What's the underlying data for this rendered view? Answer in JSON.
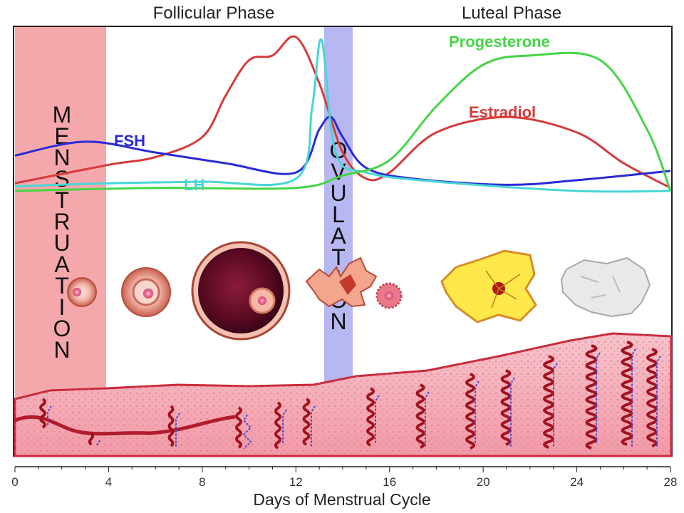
{
  "header": {
    "follicular_label": "Follicular Phase",
    "luteal_label": "Luteal Phase"
  },
  "bands": {
    "menstruation": {
      "text": "MENSTRUATION",
      "color": "#f4a3a8"
    },
    "ovulation": {
      "text": "OVULATION",
      "color": "#b3b3f0"
    }
  },
  "hormones": [
    {
      "name": "FSH",
      "color": "#2a2ad6"
    },
    {
      "name": "LH",
      "color": "#48d6d6"
    },
    {
      "name": "Progesterone",
      "color": "#45d445"
    },
    {
      "name": "Estradiol",
      "color": "#d63a3a"
    }
  ],
  "axis": {
    "title": "Days of Menstrual Cycle",
    "ticks": [
      "0",
      "4",
      "8",
      "12",
      "16",
      "20",
      "24",
      "28"
    ]
  },
  "chart_data": {
    "type": "line",
    "xlabel": "Days of Menstrual Cycle",
    "xlim": [
      0,
      28
    ],
    "x": [
      0,
      4,
      8,
      12,
      16,
      20,
      24,
      28
    ],
    "ylim": [
      0,
      100
    ],
    "series": [
      {
        "name": "Estradiol",
        "color": "#d63a3a",
        "points": [
          [
            0,
            5
          ],
          [
            4,
            17
          ],
          [
            6,
            22
          ],
          [
            8,
            35
          ],
          [
            9,
            62
          ],
          [
            10,
            85
          ],
          [
            11,
            88
          ],
          [
            12,
            100
          ],
          [
            13,
            70
          ],
          [
            14,
            25
          ],
          [
            15,
            8
          ],
          [
            16,
            12
          ],
          [
            18,
            38
          ],
          [
            21,
            48
          ],
          [
            24,
            38
          ],
          [
            26,
            18
          ],
          [
            28,
            2
          ]
        ]
      },
      {
        "name": "FSH",
        "color": "#2a2ad6",
        "points": [
          [
            0,
            23
          ],
          [
            3,
            32
          ],
          [
            6,
            25
          ],
          [
            9,
            18
          ],
          [
            12,
            12
          ],
          [
            13,
            40
          ],
          [
            13.5,
            48
          ],
          [
            14,
            35
          ],
          [
            15,
            15
          ],
          [
            17,
            8
          ],
          [
            21,
            4
          ],
          [
            24,
            7
          ],
          [
            28,
            13
          ]
        ]
      },
      {
        "name": "LH",
        "color": "#48d6d6",
        "points": [
          [
            0,
            3
          ],
          [
            4,
            5
          ],
          [
            8,
            6
          ],
          [
            12,
            8
          ],
          [
            12.7,
            55
          ],
          [
            13.1,
            98
          ],
          [
            13.7,
            25
          ],
          [
            15,
            12
          ],
          [
            18,
            6
          ],
          [
            24,
            0
          ],
          [
            28,
            0
          ]
        ]
      },
      {
        "name": "Progesterone",
        "color": "#45d445",
        "points": [
          [
            0,
            0
          ],
          [
            6,
            2
          ],
          [
            12,
            2
          ],
          [
            14,
            10
          ],
          [
            16,
            20
          ],
          [
            18,
            55
          ],
          [
            20,
            82
          ],
          [
            22,
            88
          ],
          [
            25,
            85
          ],
          [
            27,
            40
          ],
          [
            28,
            0
          ]
        ]
      }
    ]
  }
}
